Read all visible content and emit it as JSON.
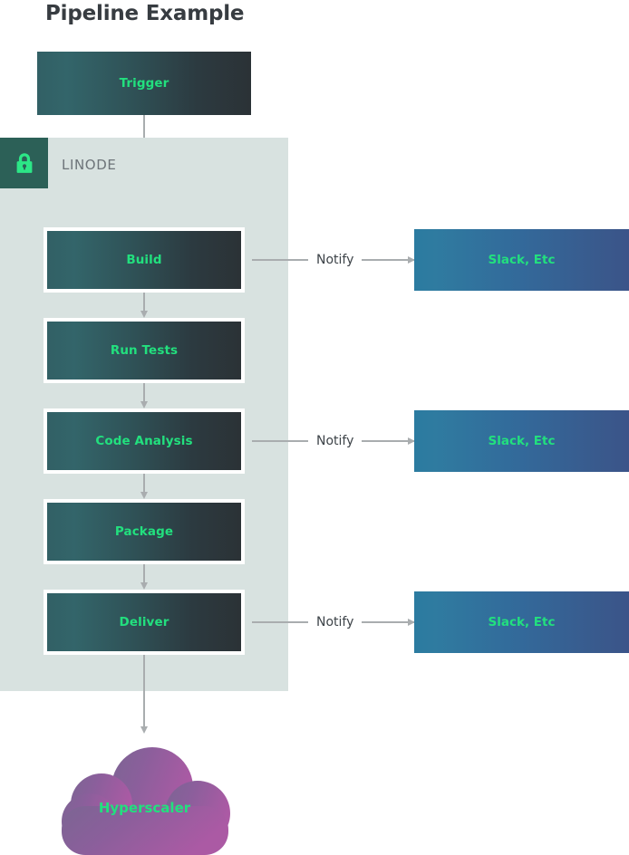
{
  "title": "Pipeline Example",
  "zone": {
    "label": "LINODE",
    "lock_icon": "lock-icon",
    "background_color": "#d8e2e0",
    "badge_color": "#2c6057"
  },
  "colors": {
    "stage_gradient_start": "#33656a",
    "stage_gradient_end": "#2b3236",
    "target_gradient_start": "#2b7ba0",
    "target_gradient_end": "#3b5489",
    "accent_green": "#22e07e",
    "cloud_gradient_start": "#7c6593",
    "cloud_gradient_end": "#a55ba3",
    "connector_gray": "#a9adaf",
    "title_color": "#373c41",
    "zone_label_color": "#6d7479"
  },
  "trigger": {
    "label": "Trigger"
  },
  "stages": [
    {
      "label": "Build"
    },
    {
      "label": "Run Tests"
    },
    {
      "label": "Code Analysis"
    },
    {
      "label": "Package"
    },
    {
      "label": "Deliver"
    }
  ],
  "notifications": [
    {
      "connector_label": "Notify",
      "target_label": "Slack, Etc",
      "from_stage": "Build"
    },
    {
      "connector_label": "Notify",
      "target_label": "Slack, Etc",
      "from_stage": "Code Analysis"
    },
    {
      "connector_label": "Notify",
      "target_label": "Slack, Etc",
      "from_stage": "Deliver"
    }
  ],
  "cloud": {
    "label": "Hyperscaler"
  }
}
